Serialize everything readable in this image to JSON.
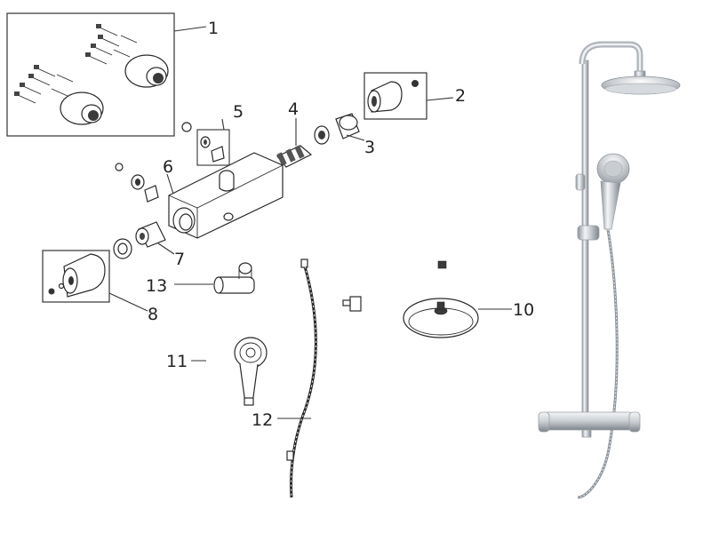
{
  "callouts": {
    "c1": "1",
    "c2": "2",
    "c3": "3",
    "c4": "4",
    "c5": "5",
    "c6": "6",
    "c7": "7",
    "c8": "8",
    "c10": "10",
    "c11": "11",
    "c12": "12",
    "c13": "13"
  },
  "colors": {
    "line": "#2a2a2a",
    "background": "#ffffff",
    "chrome_light": "#f4f5f7",
    "chrome_dark": "#8c939a"
  },
  "icons": [
    "wall-fixing-kit",
    "end-cap",
    "inlet-connector",
    "cartridge",
    "filter-washers",
    "thermostatic-valve-body",
    "flow-control-cartridge",
    "temperature-handle",
    "riser-rail",
    "overhead-shower-head",
    "hand-shower",
    "shower-hose",
    "slide-holder",
    "assembled-shower-system"
  ]
}
